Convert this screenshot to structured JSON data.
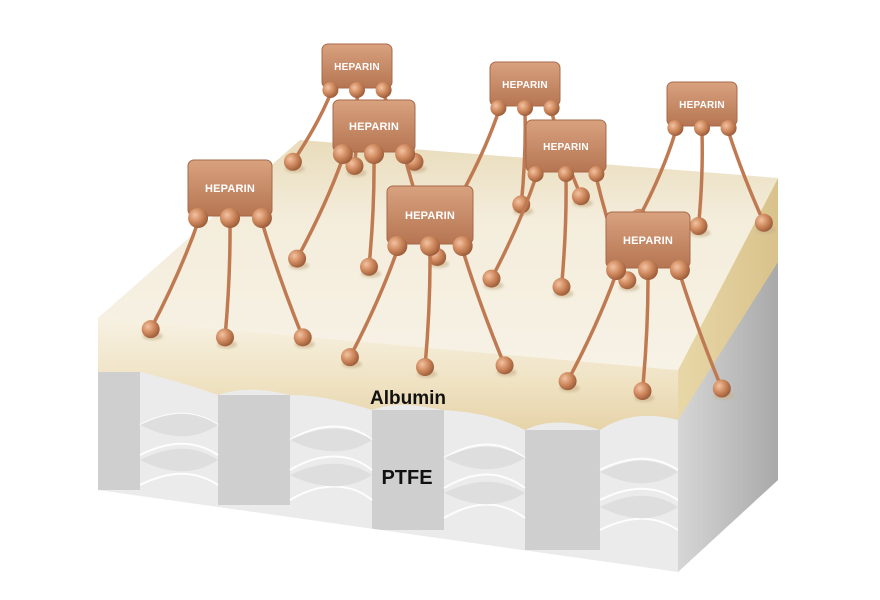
{
  "layers": {
    "albumin_label": "Albumin",
    "ptfe_label": "PTFE"
  },
  "molecule_label": "HEPARIN",
  "molecules": [
    {
      "label": "HEPARIN"
    },
    {
      "label": "HEPARIN"
    },
    {
      "label": "HEPARIN"
    },
    {
      "label": "HEPARIN"
    },
    {
      "label": "HEPARIN"
    },
    {
      "label": "HEPARIN"
    },
    {
      "label": "HEPARIN"
    },
    {
      "label": "HEPARIN"
    }
  ],
  "colors": {
    "heparin_body": "#c98a63",
    "albumin_top": "#f4eddc",
    "albumin_side": "#efe2c2",
    "ptfe_light": "#ebebeb",
    "ptfe_dark": "#cfcfcf"
  }
}
